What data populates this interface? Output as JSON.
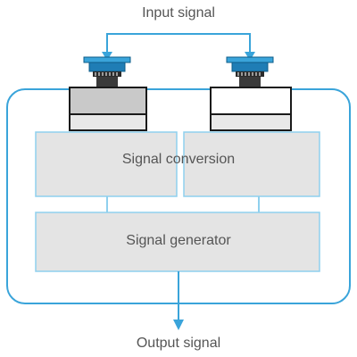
{
  "labels": {
    "input": "Input signal",
    "conversion": "Signal conversion",
    "generator": "Signal generator",
    "output": "Output signal"
  },
  "colors": {
    "accent_blue": "#3aa4da",
    "dark_blue": "#0d5c88",
    "box_fill": "#e4e4e4",
    "box_stroke": "#8fd0ee",
    "device_dark": "#2b2b2b",
    "device_body": "#dcdcdc",
    "text": "#555555"
  },
  "icons": [
    "pushbutton-icon",
    "pushbutton-icon"
  ]
}
